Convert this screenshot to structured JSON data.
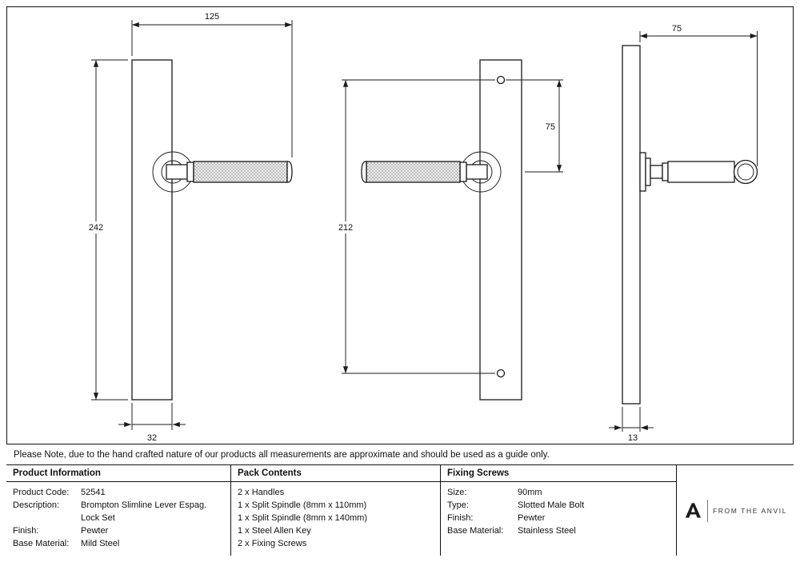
{
  "note": "Please Note, due to the hand crafted nature of our products all measurements are approximate and should be used as a guide only.",
  "colors": {
    "line": "#1a1a1a",
    "background": "#ffffff"
  },
  "drawing": {
    "front": {
      "width": "125",
      "height": "242",
      "plate_width": "32"
    },
    "middle": {
      "hole_spacing": "212",
      "hole_to_centre": "75"
    },
    "side": {
      "projection": "75",
      "thickness": "13"
    }
  },
  "table": {
    "product_info": {
      "header": "Product Information",
      "rows": [
        {
          "label": "Product Code:",
          "value": "52541"
        },
        {
          "label": "Description:",
          "value": "Brompton Slimline Lever Espag.",
          "value2": "Lock Set"
        },
        {
          "label": "Finish:",
          "value": "Pewter"
        },
        {
          "label": "Base Material:",
          "value": "Mild Steel"
        }
      ]
    },
    "pack_contents": {
      "header": "Pack Contents",
      "items": [
        "2 x Handles",
        "1 x Split Spindle (8mm x 110mm)",
        "1 x Split Spindle (8mm x 140mm)",
        "1 x Steel Allen Key",
        "2 x Fixing Screws"
      ]
    },
    "fixing_screws": {
      "header": "Fixing Screws",
      "rows": [
        {
          "label": "Size:",
          "value": "90mm"
        },
        {
          "label": "Type:",
          "value": "Slotted Male Bolt"
        },
        {
          "label": "Finish:",
          "value": "Pewter"
        },
        {
          "label": "Base Material:",
          "value": "Stainless Steel"
        }
      ]
    },
    "brand": {
      "logo_icon": "anvil-a-icon",
      "logo_text": "FROM THE ANVIL"
    }
  }
}
